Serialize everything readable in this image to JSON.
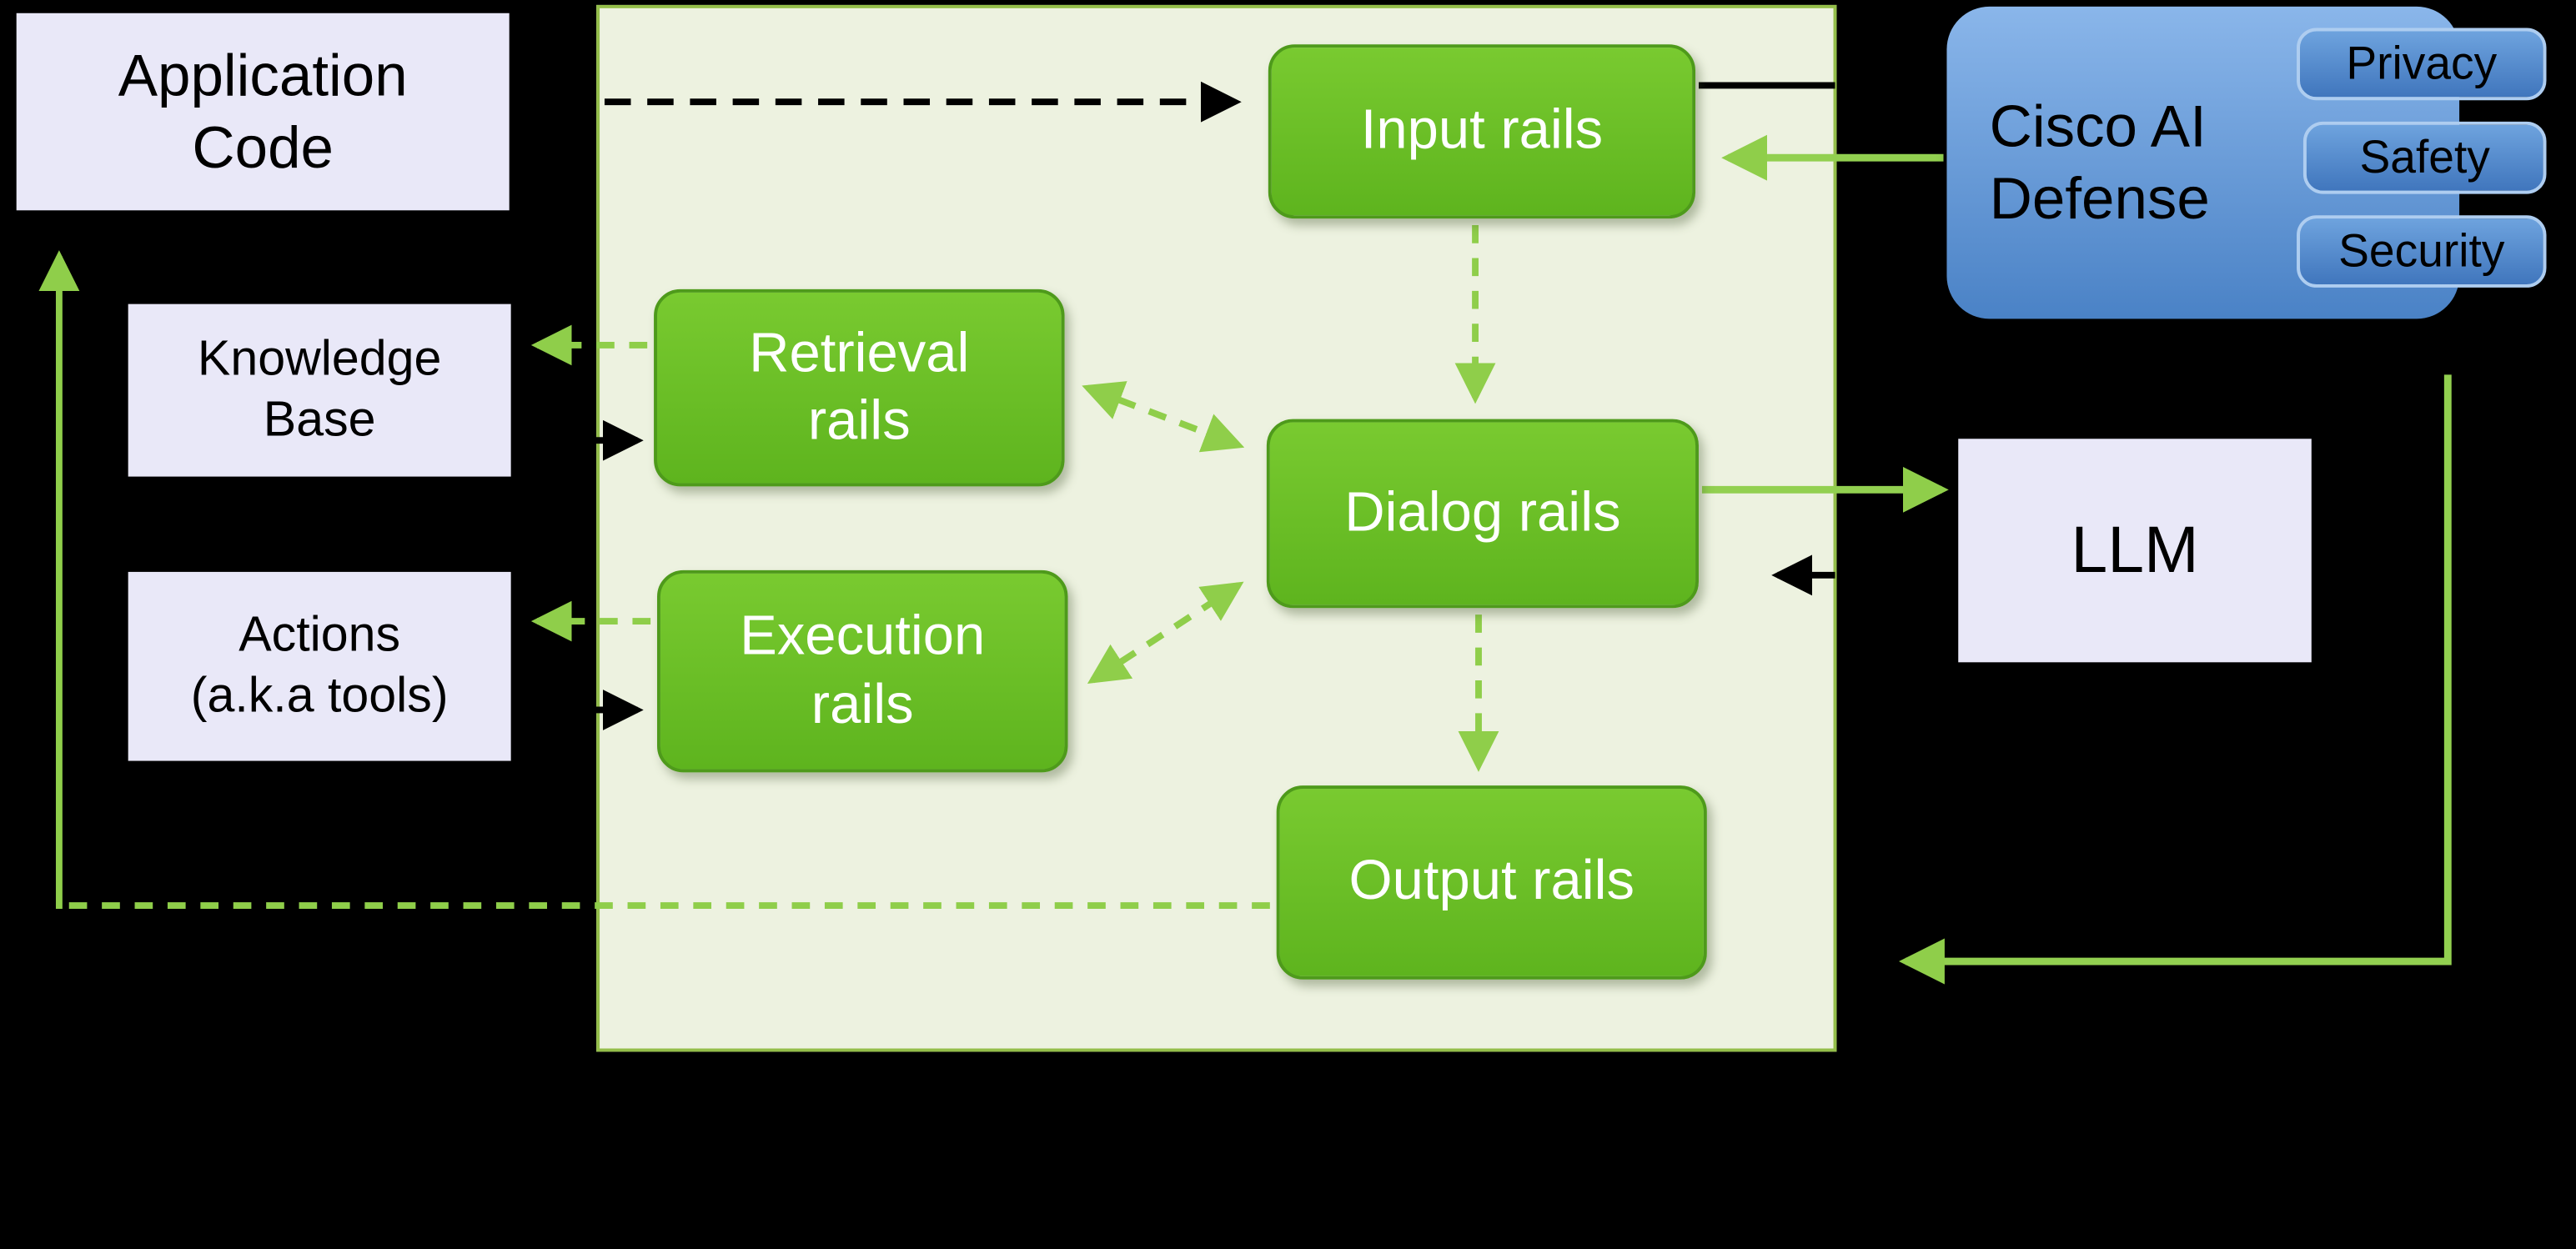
{
  "nodes": {
    "application_code": {
      "label": "Application\nCode"
    },
    "knowledge_base": {
      "label": "Knowledge\nBase"
    },
    "actions": {
      "label": "Actions\n(a.k.a tools)"
    },
    "input_rails": {
      "label": "Input rails"
    },
    "retrieval_rails": {
      "label": "Retrieval\nrails"
    },
    "dialog_rails": {
      "label": "Dialog rails"
    },
    "execution_rails": {
      "label": "Execution\nrails"
    },
    "output_rails": {
      "label": "Output rails"
    },
    "cisco_ai_defense": {
      "label": "Cisco AI\nDefense",
      "badges": [
        "Privacy",
        "Safety",
        "Security"
      ]
    },
    "llm": {
      "label": "LLM"
    }
  },
  "edges": [
    {
      "from": "application_code",
      "to": "input_rails",
      "style": "dashed",
      "color": "black"
    },
    {
      "from": "input_rails",
      "to": "cisco_ai_defense",
      "style": "solid",
      "color": "black"
    },
    {
      "from": "cisco_ai_defense",
      "to": "input_rails",
      "style": "solid",
      "color": "green"
    },
    {
      "from": "input_rails",
      "to": "dialog_rails",
      "style": "dashed",
      "color": "green"
    },
    {
      "from": "retrieval_rails",
      "to": "dialog_rails",
      "style": "dashed",
      "color": "green",
      "bidirectional": true
    },
    {
      "from": "execution_rails",
      "to": "dialog_rails",
      "style": "dashed",
      "color": "green",
      "bidirectional": true
    },
    {
      "from": "retrieval_rails",
      "to": "knowledge_base",
      "style": "dashed",
      "color": "green"
    },
    {
      "from": "knowledge_base",
      "to": "retrieval_rails",
      "style": "solid",
      "color": "black"
    },
    {
      "from": "execution_rails",
      "to": "actions",
      "style": "dashed",
      "color": "green"
    },
    {
      "from": "actions",
      "to": "execution_rails",
      "style": "solid",
      "color": "black"
    },
    {
      "from": "dialog_rails",
      "to": "llm",
      "style": "solid",
      "color": "green"
    },
    {
      "from": "llm",
      "to": "dialog_rails",
      "style": "solid",
      "color": "black"
    },
    {
      "from": "dialog_rails",
      "to": "output_rails",
      "style": "dashed",
      "color": "green"
    },
    {
      "from": "output_rails",
      "to": "application_code",
      "style": "dashed",
      "color": "green"
    },
    {
      "from": "cisco_ai_defense",
      "to": "output_rails_area",
      "style": "solid",
      "color": "green"
    }
  ],
  "colors": {
    "background": "#000000",
    "rail_green": "#65bb23",
    "container_fill": "#edf2e0",
    "container_border": "#94be4a",
    "arrow_green": "#92d050",
    "arrow_black": "#000000",
    "lavender_box": "#e9e8f8",
    "cisco_blue": "#5b9bd5"
  }
}
